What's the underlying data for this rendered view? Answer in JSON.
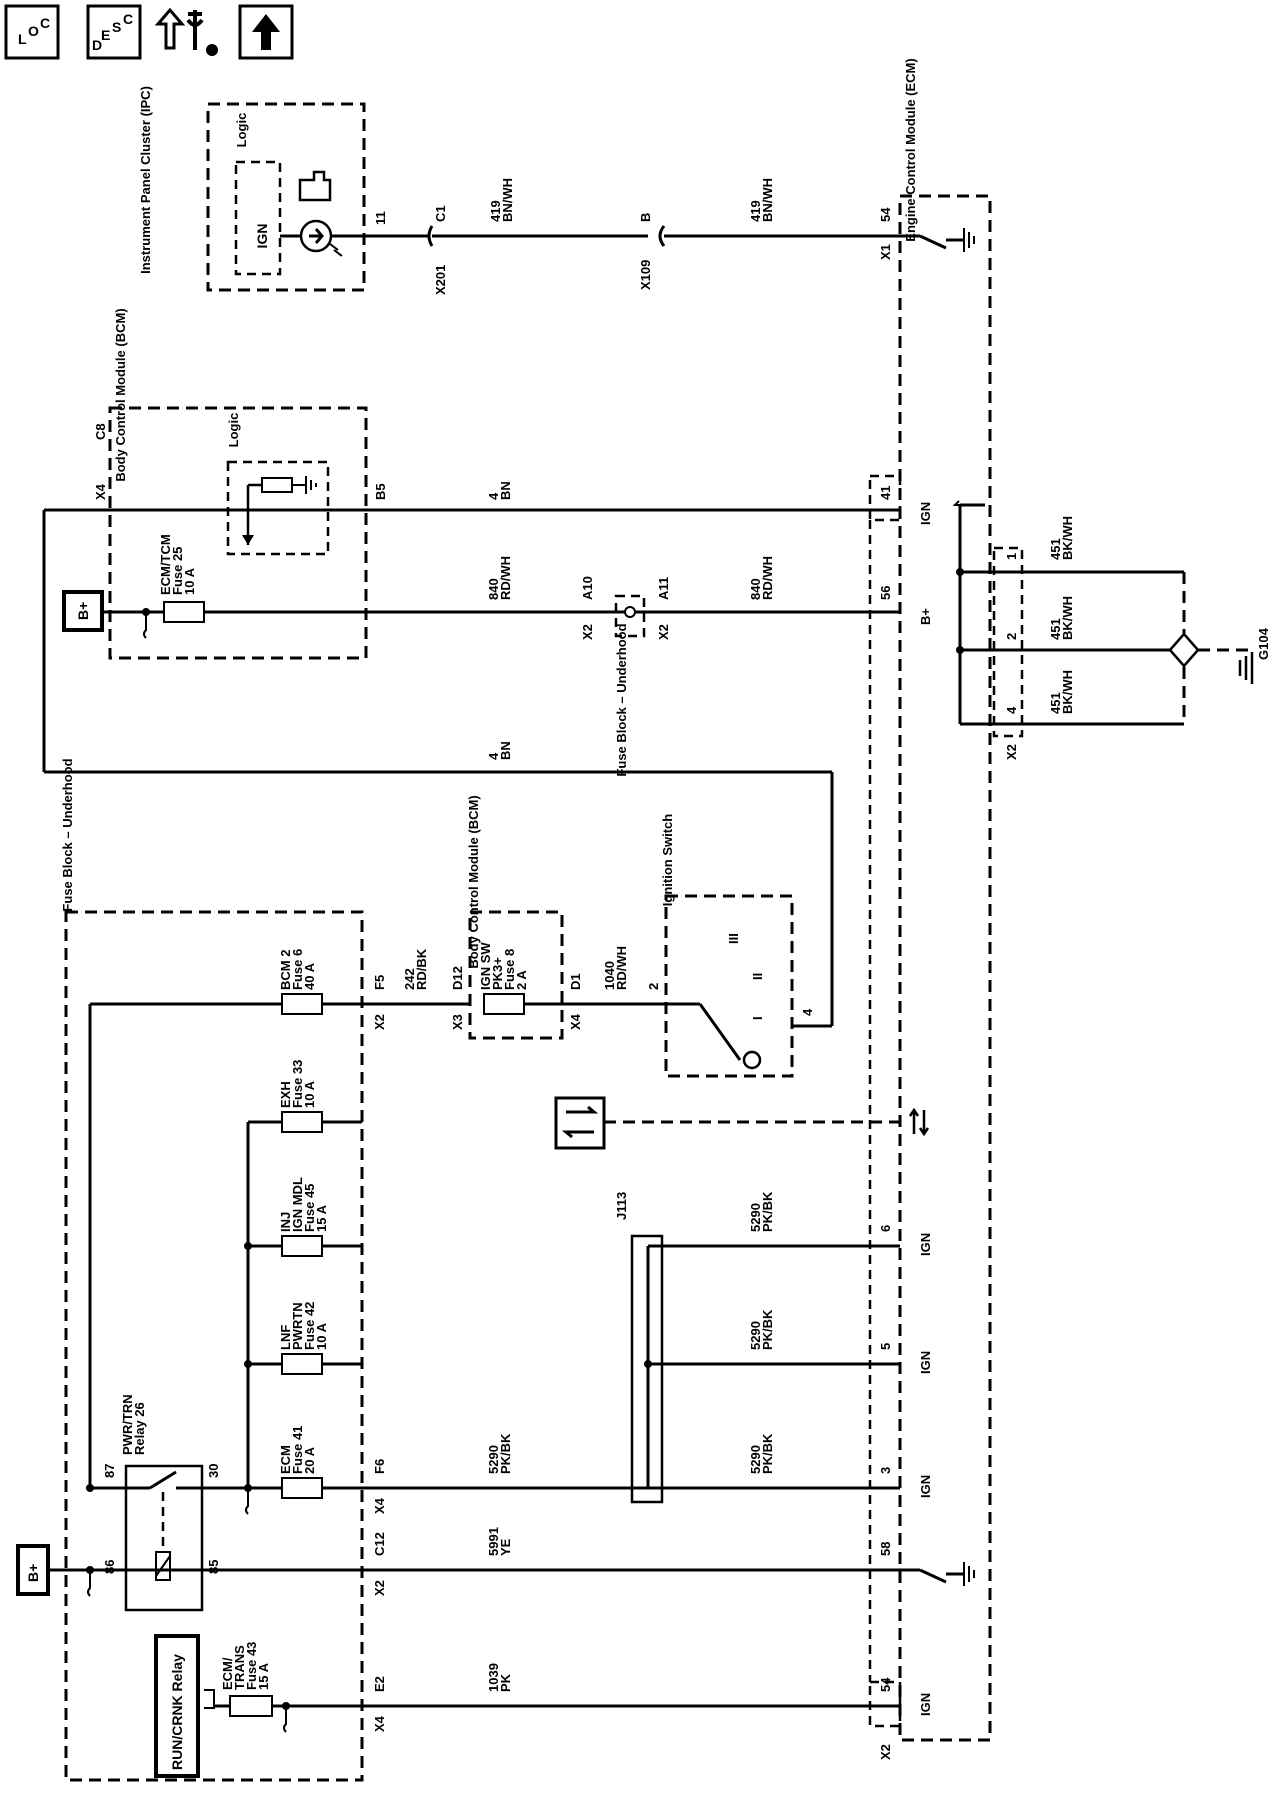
{
  "toolbar": {
    "loc_label": "LOC",
    "desc_label": "DESC",
    "up_arrow": "up-arrow-icon",
    "tools_icon": "wrench-icon"
  },
  "modules": {
    "ipc": "Instrument Panel Cluster (IPC)",
    "ipc_logic": "Logic",
    "ipc_ign": "IGN",
    "bcm_top": "Body Control Module (BCM)",
    "bcm_top_logic": "Logic",
    "bcm_mid": "Body Control Module (BCM)",
    "ecm": "Engine Control Module (ECM)",
    "fuse_block_top": "Fuse Block – Underhood",
    "fuse_block_left": "Fuse Block – Underhood",
    "ignition_switch": "Ignition Switch",
    "run_crnk_relay": "RUN/CRNK Relay",
    "bplus_1": "B+",
    "bplus_2": "B+",
    "ground": "G104",
    "splice": "J113"
  },
  "fuses": {
    "ecm_tcm": "ECM/TCM",
    "ecm_tcm_num": "Fuse 25",
    "ecm_tcm_amp": "10 A",
    "bcm2": "BCM 2",
    "bcm2_num": "Fuse 6",
    "bcm2_amp": "40 A",
    "exh": "EXH",
    "exh_num": "Fuse 33",
    "exh_amp": "10 A",
    "inj": "INJ",
    "inj_sub": "IGN MDL",
    "inj_num": "Fuse 45",
    "inj_amp": "15 A",
    "lnf": "LNF",
    "lnf_sub": "PWRTN",
    "lnf_num": "Fuse 42",
    "lnf_amp": "10 A",
    "ecm41": "ECM",
    "ecm41_num": "Fuse 41",
    "ecm41_amp": "20 A",
    "ign_sw": "IGN SW",
    "ign_sw_sub": "PK3+",
    "ign_sw_num": "Fuse 8",
    "ign_sw_amp": "2 A",
    "ecm_trans": "ECM/",
    "ecm_trans_sub": "TRANS",
    "ecm_trans_num": "Fuse 43",
    "ecm_trans_amp": "15 A",
    "relay26": "PWR/TRN",
    "relay26_sub": "Relay 26"
  },
  "wires": {
    "w419a": "419",
    "w419a_c": "BN/WH",
    "w419b": "419",
    "w419b_c": "BN/WH",
    "w4a": "4",
    "w4a_c": "BN",
    "w4b": "4",
    "w4b_c": "BN",
    "w840a": "840",
    "w840a_c": "RD/WH",
    "w840b": "840",
    "w840b_c": "RD/WH",
    "w451a": "451",
    "w451a_c": "BK/WH",
    "w451b": "451",
    "w451b_c": "BK/WH",
    "w451c": "451",
    "w451c_c": "BK/WH",
    "w242": "242",
    "w242_c": "RD/BK",
    "w1040": "1040",
    "w1040_c": "RD/WH",
    "w5290a": "5290",
    "w5290a_c": "PK/BK",
    "w5290b": "5290",
    "w5290b_c": "PK/BK",
    "w5290c": "5290",
    "w5290c_c": "PK/BK",
    "w5290d": "5290",
    "w5290d_c": "PK/BK",
    "w5991": "5991",
    "w5991_c": "YE",
    "w1039": "1039",
    "w1039_c": "PK"
  },
  "connectors": {
    "c1": "C1",
    "x201": "X201",
    "b": "B",
    "x109": "X109",
    "x1": "X1",
    "x4a": "X4",
    "c8": "C8",
    "b5": "B5",
    "x2a": "X2",
    "a10": "A10",
    "x2b": "X2",
    "a11": "A11",
    "x2c": "X2",
    "x2d": "X2",
    "f5": "F5",
    "x3": "X3",
    "d12": "D12",
    "x4b": "X4",
    "d1": "D1",
    "x4c": "X4",
    "f6": "F6",
    "x2e": "X2",
    "c12": "C12",
    "x4d": "X4",
    "e2": "E2",
    "x2f": "X2"
  },
  "pins": {
    "p11": "11",
    "p54a": "54",
    "p41": "41",
    "p56": "56",
    "p1": "1",
    "p2a": "2",
    "p4a": "4",
    "p2b": "2",
    "p4b": "4",
    "p6": "6",
    "p5": "5",
    "p3": "3",
    "p58": "58",
    "p54b": "54",
    "p87": "87",
    "p86": "86",
    "p30": "30",
    "p85": "85"
  },
  "pin_funcs": {
    "ign41": "IGN",
    "bplus56": "B+",
    "ign6": "IGN",
    "ign5": "IGN",
    "ign3": "IGN",
    "ign54": "IGN"
  },
  "switch_positions": {
    "i": "I",
    "ii": "II",
    "iii": "III"
  }
}
